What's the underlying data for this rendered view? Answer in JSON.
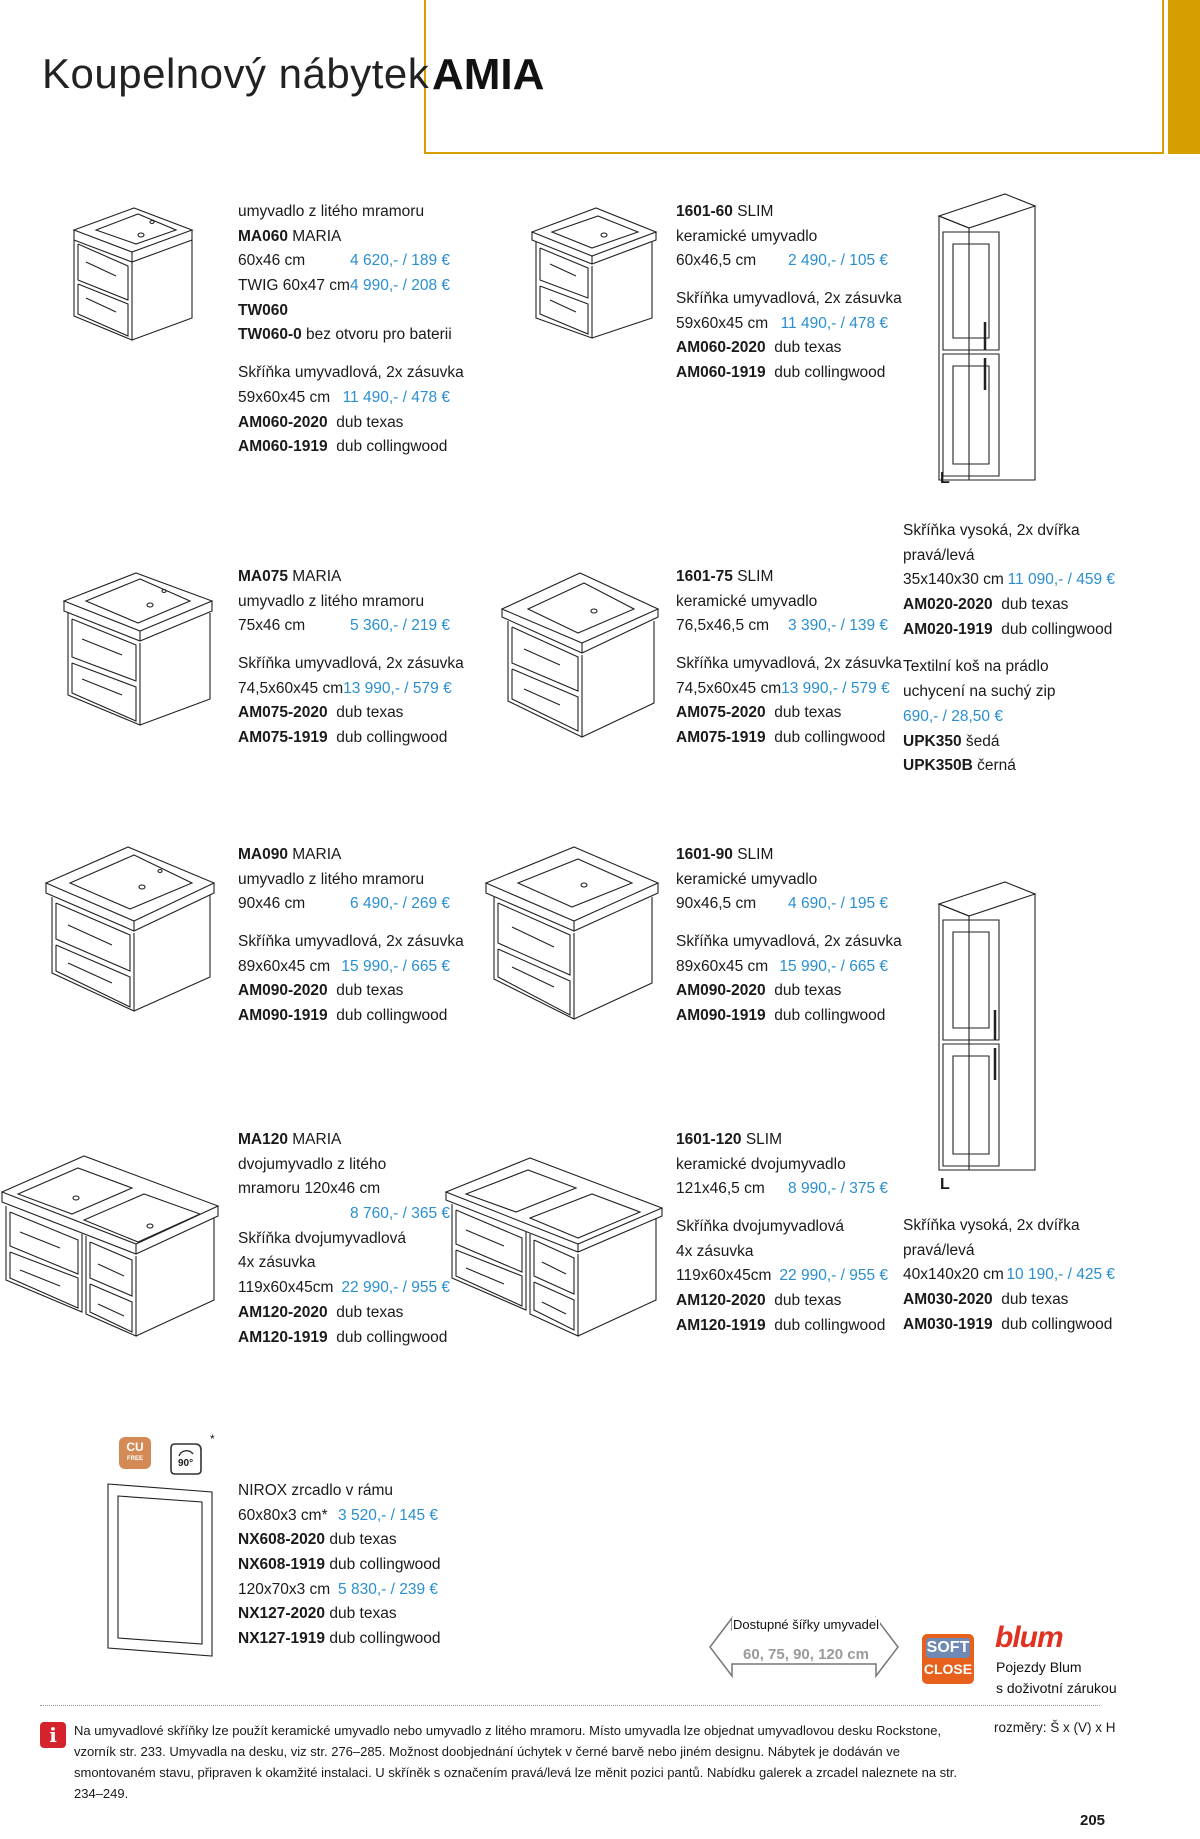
{
  "header": {
    "title_light": "Koupelnový nábytek",
    "title_bold": "AMIA"
  },
  "blocks": [
    {
      "id": "b1",
      "lines": [
        {
          "text": "umyvadlo z litého mramoru"
        },
        {
          "bold": "MA060",
          "rest": " MARIA"
        },
        {
          "dim": "60x46 cm",
          "price": "4 620,- / 189 €"
        },
        {
          "dim": "TWIG 60x47 cm",
          "price": "4 990,- / 208 €"
        },
        {
          "bold": "TW060"
        },
        {
          "bold": "TW060-0",
          "rest": " bez otvoru pro baterii"
        },
        {
          "gap": true
        },
        {
          "text": "Skříňka umyvadlová, 2x zásuvka"
        },
        {
          "dim": "59x60x45 cm",
          "price": "11 490,- / 478 €"
        },
        {
          "bold": "AM060-2020",
          "rest": "  dub texas"
        },
        {
          "bold": "AM060-1919",
          "rest": "  dub collingwood"
        }
      ]
    },
    {
      "id": "b2",
      "lines": [
        {
          "bold": "1601-60",
          "rest": " SLIM"
        },
        {
          "text": "keramické umyvadlo"
        },
        {
          "dim": "60x46,5 cm",
          "price": "2 490,- / 105 €"
        },
        {
          "gap": true
        },
        {
          "text": "Skříňka umyvadlová, 2x zásuvka"
        },
        {
          "dim": "59x60x45 cm",
          "price": "11 490,- / 478 €"
        },
        {
          "bold": "AM060-2020",
          "rest": "  dub texas"
        },
        {
          "bold": "AM060-1919",
          "rest": "  dub collingwood"
        }
      ]
    },
    {
      "id": "b3",
      "lines": [
        {
          "bold": "MA075",
          "rest": " MARIA"
        },
        {
          "text": "umyvadlo z litého mramoru"
        },
        {
          "dim": "75x46 cm",
          "price": "5 360,- / 219 €"
        },
        {
          "gap": true
        },
        {
          "text": "Skříňka umyvadlová, 2x zásuvka"
        },
        {
          "dim": "74,5x60x45 cm",
          "price": "13 990,- / 579 €"
        },
        {
          "bold": "AM075-2020",
          "rest": "  dub texas"
        },
        {
          "bold": "AM075-1919",
          "rest": "  dub collingwood"
        }
      ]
    },
    {
      "id": "b4",
      "lines": [
        {
          "bold": "1601-75",
          "rest": " SLIM"
        },
        {
          "text": "keramické umyvadlo"
        },
        {
          "dim": "76,5x46,5 cm",
          "price": "3 390,- / 139 €"
        },
        {
          "gap": true
        },
        {
          "text": "Skříňka umyvadlová, 2x zásuvka"
        },
        {
          "dim": "74,5x60x45 cm",
          "price": "13 990,- / 579 €"
        },
        {
          "bold": "AM075-2020",
          "rest": "  dub texas"
        },
        {
          "bold": "AM075-1919",
          "rest": "  dub collingwood"
        }
      ]
    },
    {
      "id": "b5",
      "lines": [
        {
          "text": "Skříňka vysoká, 2x dvířka"
        },
        {
          "text": "pravá/levá"
        },
        {
          "dim": "35x140x30 cm",
          "price": "11 090,- / 459 €"
        },
        {
          "bold": "AM020-2020",
          "rest": "  dub texas"
        },
        {
          "bold": "AM020-1919",
          "rest": "  dub collingwood"
        },
        {
          "gap": true
        },
        {
          "text": "Textilní koš na prádlo"
        },
        {
          "text": "uchycení na suchý zip"
        },
        {
          "pricetext": "690,- / 28,50 €"
        },
        {
          "bold": "UPK350",
          "rest": " šedá"
        },
        {
          "bold": "UPK350B",
          "rest": " černá"
        }
      ]
    },
    {
      "id": "b6",
      "lines": [
        {
          "bold": "MA090",
          "rest": " MARIA"
        },
        {
          "text": "umyvadlo z litého mramoru"
        },
        {
          "dim": "90x46 cm",
          "price": "6 490,- / 269 €"
        },
        {
          "gap": true
        },
        {
          "text": "Skříňka umyvadlová, 2x zásuvka"
        },
        {
          "dim": "89x60x45 cm",
          "price": "15 990,- / 665 €"
        },
        {
          "bold": "AM090-2020",
          "rest": "  dub texas"
        },
        {
          "bold": "AM090-1919",
          "rest": "  dub collingwood"
        }
      ]
    },
    {
      "id": "b7",
      "lines": [
        {
          "bold": "1601-90",
          "rest": " SLIM"
        },
        {
          "text": "keramické umyvadlo"
        },
        {
          "dim": "90x46,5 cm",
          "price": "4 690,- / 195 €"
        },
        {
          "gap": true
        },
        {
          "text": "Skříňka umyvadlová, 2x zásuvka"
        },
        {
          "dim": "89x60x45 cm",
          "price": "15 990,- / 665 €"
        },
        {
          "bold": "AM090-2020",
          "rest": "  dub texas"
        },
        {
          "bold": "AM090-1919",
          "rest": "  dub collingwood"
        }
      ]
    },
    {
      "id": "b8",
      "lines": [
        {
          "bold": "MA120",
          "rest": " MARIA"
        },
        {
          "text": "dvojumyvadlo z litého"
        },
        {
          "text": "mramoru 120x46 cm"
        },
        {
          "price": "8 760,- / 365 €"
        },
        {
          "text": "Skříňka dvojumyvadlová"
        },
        {
          "text": "4x zásuvka"
        },
        {
          "dim": "119x60x45cm",
          "price": "22 990,- / 955 €"
        },
        {
          "bold": "AM120-2020",
          "rest": "  dub texas"
        },
        {
          "bold": "AM120-1919",
          "rest": "  dub collingwood"
        }
      ]
    },
    {
      "id": "b9",
      "lines": [
        {
          "bold": "1601-120",
          "rest": " SLIM"
        },
        {
          "text": "keramické dvojumyvadlo"
        },
        {
          "dim": "121x46,5 cm",
          "price": "8 990,- / 375 €"
        },
        {
          "gap": true
        },
        {
          "text": "Skříňka dvojumyvadlová"
        },
        {
          "text": "4x zásuvka"
        },
        {
          "dim": "119x60x45cm",
          "price": "22 990,- / 955 €"
        },
        {
          "bold": "AM120-2020",
          "rest": "  dub texas"
        },
        {
          "bold": "AM120-1919",
          "rest": "  dub collingwood"
        }
      ]
    },
    {
      "id": "b10",
      "lines": [
        {
          "text": "Skříňka vysoká, 2x dvířka"
        },
        {
          "text": "pravá/levá"
        },
        {
          "dim": "40x140x20 cm",
          "price": "10 190,- / 425 €"
        },
        {
          "bold": "AM030-2020",
          "rest": "  dub texas"
        },
        {
          "bold": "AM030-1919",
          "rest": "  dub collingwood"
        }
      ]
    },
    {
      "id": "b11",
      "lines": [
        {
          "text": "NIROX zrcadlo v rámu"
        },
        {
          "dim": "60x80x3 cm*",
          "price": "3 520,- / 145 €"
        },
        {
          "bold": "NX608-2020",
          "rest": " dub texas"
        },
        {
          "bold": "NX608-1919",
          "rest": " dub collingwood"
        },
        {
          "dim": "120x70x3 cm",
          "price": "5 830,- / 239 €"
        },
        {
          "bold": "NX127-2020",
          "rest": " dub texas"
        },
        {
          "bold": "NX127-1919",
          "rest": " dub collingwood"
        }
      ]
    }
  ],
  "labels": {
    "tall_cabinet_1": "L",
    "tall_cabinet_2": "L"
  },
  "widths_badge": {
    "label": "Dostupné šířky umyvadel",
    "sizes": "60, 75, 90, 120 cm"
  },
  "soft_close": {
    "top": "SOFT",
    "bottom": "CLOSE"
  },
  "blum": {
    "logo": "blum",
    "line1": "Pojezdy Blum",
    "line2": "s doživotní zárukou"
  },
  "mirror_badges": {
    "cu_top": "CU",
    "cu_bottom": "FREE",
    "rotate": "90°",
    "star": "*"
  },
  "footer": {
    "info_icon": "i",
    "info_text": "Na umyvadlové skříňky lze použít keramické umyvadlo nebo umyvadlo z litého mramoru. Místo umyvadla lze objednat umyvadlovou desku Rockstone, vzorník str. 233. Umyvadla na desku, viz str. 276–285. Možnost doobjednání úchytek v černé barvě nebo jiném designu. Nábytek je dodáván ve smontovaném stavu, připraven k okamžité instalaci. U skříněk s označením pravá/levá lze měnit pozici pantů. Nabídku galerek a zrcadel naleznete na str. 234–249.",
    "dimensions_note": "rozměry: Š x (V) x H",
    "page_number": "205"
  }
}
